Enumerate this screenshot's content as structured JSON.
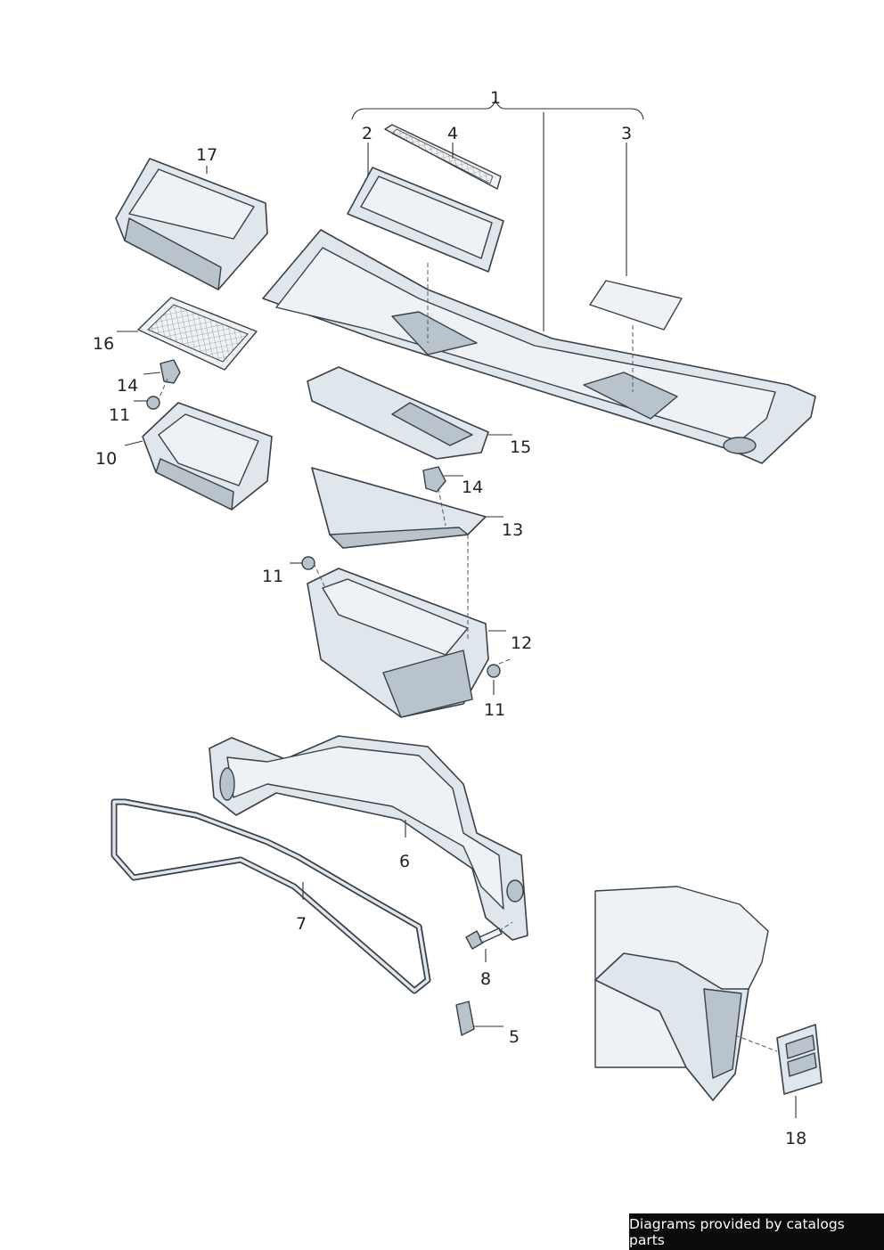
{
  "callouts": [
    "1",
    "2",
    "4",
    "3",
    "17",
    "16",
    "14",
    "11",
    "10",
    "15",
    "14",
    "13",
    "11",
    "12",
    "11",
    "6",
    "7",
    "8",
    "5",
    "18"
  ],
  "footer": {
    "text": "Diagrams provided by catalogs parts",
    "background": "#0b0b0b",
    "color": "#ffffff"
  },
  "colors": {
    "part_fill": "#dfe6ec",
    "part_shadow": "#b9c3cc",
    "outline": "#3a4048"
  }
}
